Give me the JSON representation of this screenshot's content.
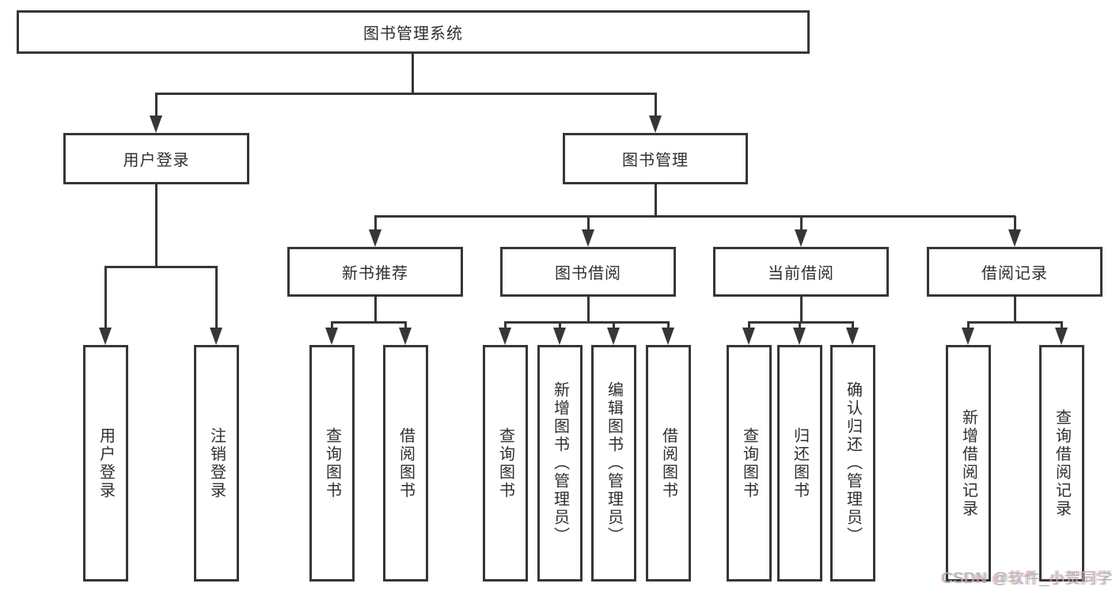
{
  "diagram": {
    "root": {
      "label": "图书管理系统"
    },
    "branches": [
      {
        "label": "用户登录",
        "children": [
          {
            "label": "用户登录"
          },
          {
            "label": "注销登录"
          }
        ]
      },
      {
        "label": "图书管理",
        "children": [
          {
            "label": "新书推荐",
            "children": [
              {
                "label": "查询图书"
              },
              {
                "label": "借阅图书"
              }
            ]
          },
          {
            "label": "图书借阅",
            "children": [
              {
                "label": "查询图书"
              },
              {
                "label": "新增图书（管理员）"
              },
              {
                "label": "编辑图书（管理员）"
              },
              {
                "label": "借阅图书"
              }
            ]
          },
          {
            "label": "当前借阅",
            "children": [
              {
                "label": "查询图书"
              },
              {
                "label": "归还图书"
              },
              {
                "label": "确认归还（管理员）"
              }
            ]
          },
          {
            "label": "借阅记录",
            "children": [
              {
                "label": "新增借阅记录"
              },
              {
                "label": "查询借阅记录"
              }
            ]
          }
        ]
      }
    ]
  },
  "watermark": {
    "text": "CSDN @软件_小贺同学"
  },
  "colors": {
    "line": "#363636",
    "text": "#2f2f2f",
    "background": "#ffffff",
    "watermark": "#b3b3b3"
  }
}
